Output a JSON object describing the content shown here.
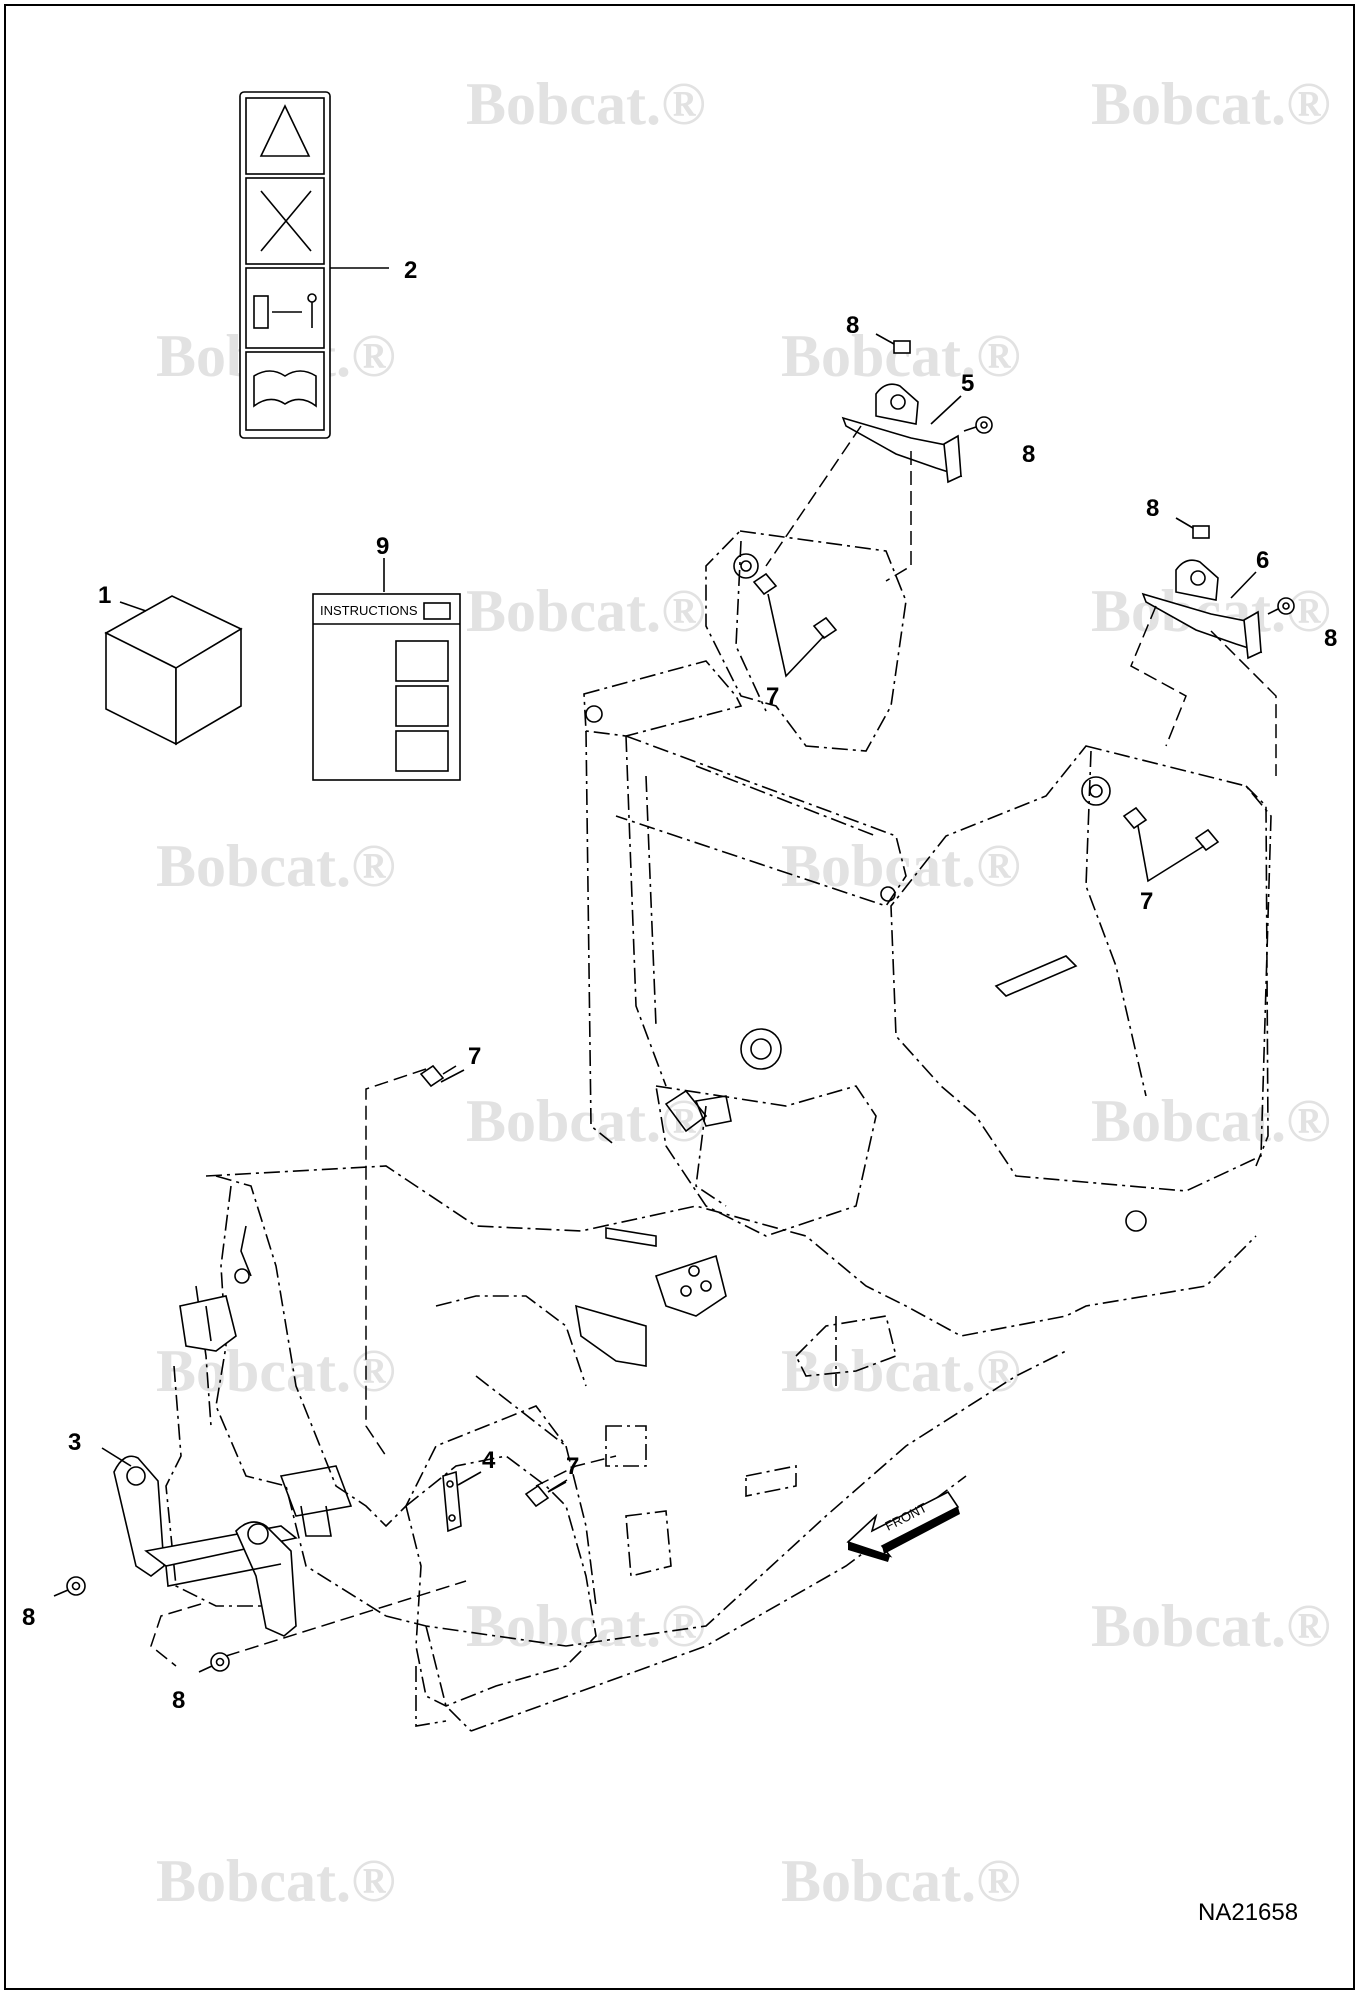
{
  "watermark": {
    "text": "Bobcat",
    "registered": "®"
  },
  "figure_id": "NA21658",
  "front_label": "FRONT",
  "instructions_label": "INSTRUCTIONS",
  "callouts": {
    "c1": "1",
    "c2": "2",
    "c3": "3",
    "c4": "4",
    "c5": "5",
    "c6": "6",
    "c7a": "7",
    "c7b": "7",
    "c7c": "7",
    "c7d": "7",
    "c8a": "8",
    "c8b": "8",
    "c8c": "8",
    "c8d": "8",
    "c8e": "8",
    "c8f": "8",
    "c9": "9"
  }
}
